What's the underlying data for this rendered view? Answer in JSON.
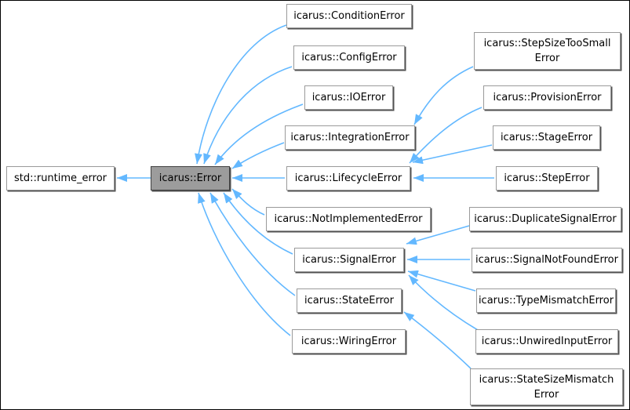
{
  "diagram": {
    "kind": "class-inheritance-graph",
    "colors": {
      "arrow": "#63B8FF",
      "node_fill": "#FFFFFF",
      "focus_fill": "#9C9C9C",
      "border": "#9A9A9A",
      "focus_border": "#404040",
      "shadow": "#515151",
      "background": "#FFFFFF",
      "text": "#000000"
    },
    "nodes": {
      "runtime_error": {
        "label": "std::runtime_error"
      },
      "error": {
        "label": "icarus::Error"
      },
      "condition_error": {
        "label": "icarus::ConditionError"
      },
      "config_error": {
        "label": "icarus::ConfigError"
      },
      "io_error": {
        "label": "icarus::IOError"
      },
      "integration_error": {
        "label": "icarus::IntegrationError"
      },
      "lifecycle_error": {
        "label": "icarus::LifecycleError"
      },
      "not_implemented_error": {
        "label": "icarus::NotImplementedError"
      },
      "signal_error": {
        "label": "icarus::SignalError"
      },
      "state_error": {
        "label": "icarus::StateError"
      },
      "wiring_error": {
        "label": "icarus::WiringError"
      },
      "step_size_too_small_error": {
        "label": "icarus::StepSizeTooSmall\nError"
      },
      "provision_error": {
        "label": "icarus::ProvisionError"
      },
      "stage_error": {
        "label": "icarus::StageError"
      },
      "step_error": {
        "label": "icarus::StepError"
      },
      "duplicate_signal_error": {
        "label": "icarus::DuplicateSignalError"
      },
      "signal_not_found_error": {
        "label": "icarus::SignalNotFoundError"
      },
      "type_mismatch_error": {
        "label": "icarus::TypeMismatchError"
      },
      "unwired_input_error": {
        "label": "icarus::UnwiredInputError"
      },
      "state_size_mismatch_error": {
        "label": "icarus::StateSizeMismatch\nError"
      }
    },
    "edges": [
      {
        "derived": "icarus::Error",
        "base": "std::runtime_error"
      },
      {
        "derived": "icarus::ConditionError",
        "base": "icarus::Error"
      },
      {
        "derived": "icarus::ConfigError",
        "base": "icarus::Error"
      },
      {
        "derived": "icarus::IOError",
        "base": "icarus::Error"
      },
      {
        "derived": "icarus::IntegrationError",
        "base": "icarus::Error"
      },
      {
        "derived": "icarus::LifecycleError",
        "base": "icarus::Error"
      },
      {
        "derived": "icarus::NotImplementedError",
        "base": "icarus::Error"
      },
      {
        "derived": "icarus::SignalError",
        "base": "icarus::Error"
      },
      {
        "derived": "icarus::StateError",
        "base": "icarus::Error"
      },
      {
        "derived": "icarus::WiringError",
        "base": "icarus::Error"
      },
      {
        "derived": "icarus::StepSizeTooSmallError",
        "base": "icarus::IntegrationError"
      },
      {
        "derived": "icarus::ProvisionError",
        "base": "icarus::LifecycleError"
      },
      {
        "derived": "icarus::StageError",
        "base": "icarus::LifecycleError"
      },
      {
        "derived": "icarus::StepError",
        "base": "icarus::LifecycleError"
      },
      {
        "derived": "icarus::DuplicateSignalError",
        "base": "icarus::SignalError"
      },
      {
        "derived": "icarus::SignalNotFoundError",
        "base": "icarus::SignalError"
      },
      {
        "derived": "icarus::TypeMismatchError",
        "base": "icarus::SignalError"
      },
      {
        "derived": "icarus::UnwiredInputError",
        "base": "icarus::SignalError"
      },
      {
        "derived": "icarus::StateSizeMismatchError",
        "base": "icarus::StateError"
      }
    ]
  }
}
